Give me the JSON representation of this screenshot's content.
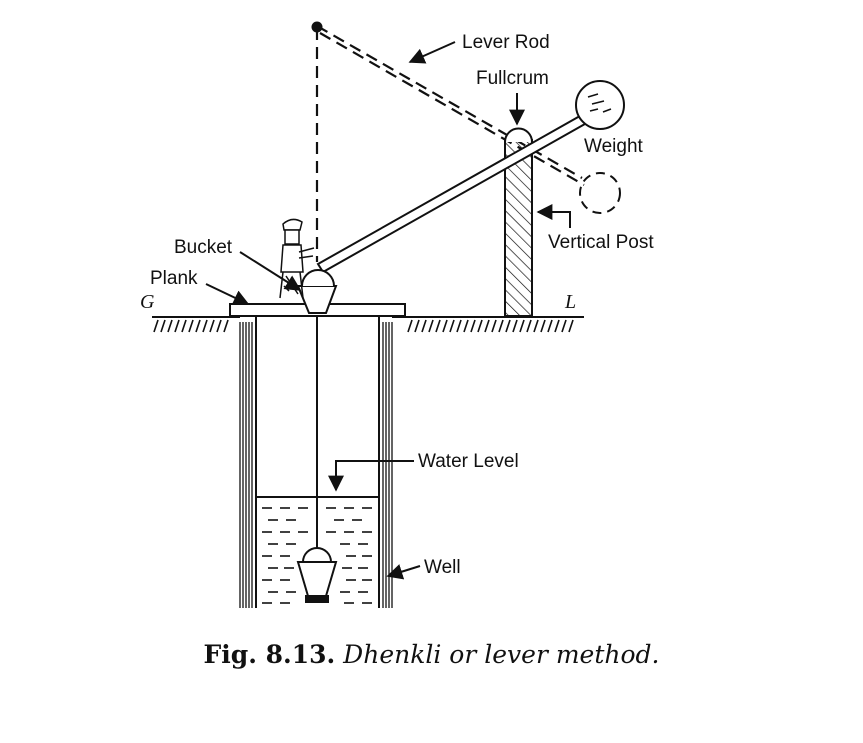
{
  "labels": {
    "lever_rod": "Lever Rod",
    "fulcrum": "Fullcrum",
    "weight": "Weight",
    "vertical_post": "Vertical Post",
    "bucket": "Bucket",
    "plank": "Plank",
    "ground_left": "G",
    "ground_right": "L",
    "water_level": "Water Level",
    "well": "Well"
  },
  "caption": {
    "number": "Fig. 8.13.",
    "title": "Dhenkli or lever method."
  }
}
